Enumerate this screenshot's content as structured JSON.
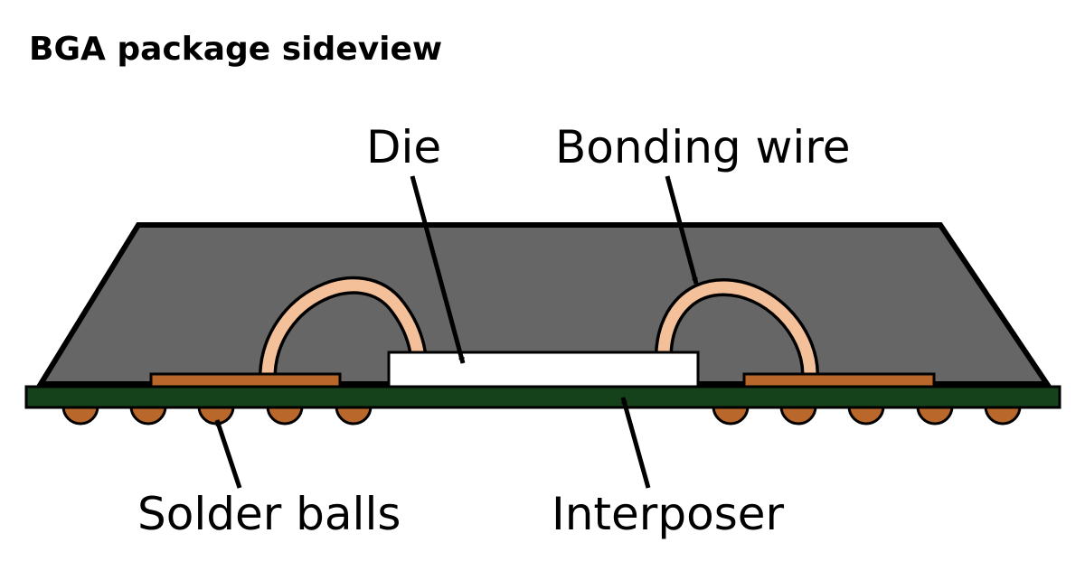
{
  "title": "BGA package sideview",
  "labels": {
    "die": "Die",
    "bonding_wire": "Bonding wire",
    "solder_balls": "Solder balls",
    "interposer": "Interposer"
  },
  "colors": {
    "mold_compound": "#666666",
    "interposer": "#15421b",
    "copper": "#b9672b",
    "bonding_wire": "#f3c09a",
    "die": "#ffffff",
    "outline": "#000000"
  },
  "solder_ball_count": 10
}
